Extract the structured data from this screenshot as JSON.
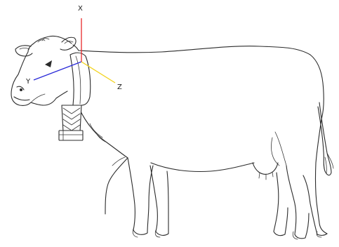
{
  "axes": [
    {
      "id": "x",
      "label": "X",
      "color": "#e8282b"
    },
    {
      "id": "y",
      "label": "Y",
      "color": "#2a2ad8"
    },
    {
      "id": "z",
      "label": "Z",
      "color": "#f2d21a"
    }
  ]
}
